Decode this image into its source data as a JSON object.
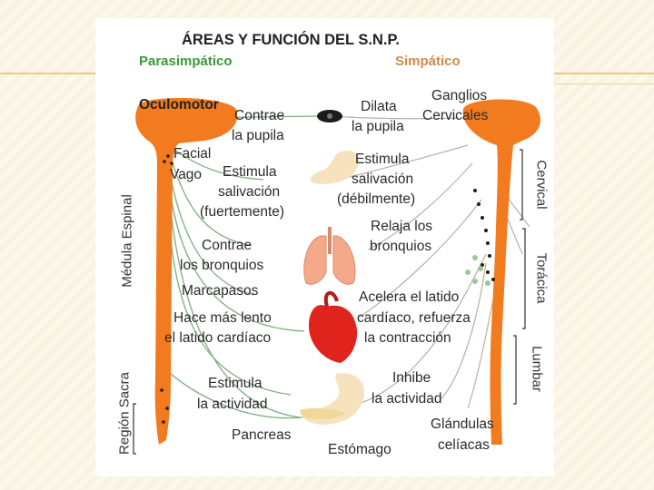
{
  "title": "ÁREAS Y FUNCIÓN DEL S.N.P.",
  "legend": {
    "parasympathetic": "Parasimpático",
    "sympathetic": "Simpático"
  },
  "colors": {
    "nerve": "#f27a1f",
    "parasympathetic_label": "#3a9a3a",
    "sympathetic_label": "#d48a4a",
    "connector": "#7fae7f",
    "sympathetic_connector": "#c8bfae"
  },
  "labels": {
    "oculomotor": "Oculomotor",
    "contrae_pupila_1": "Contrae",
    "contrae_pupila_2": "la pupila",
    "dilata_1": "Dilata",
    "dilata_2": "la pupila",
    "ganglios_1": "Ganglios",
    "ganglios_2": "Cervicales",
    "facial": "Facial",
    "vago": "Vago",
    "estimula_saliv_p1": "Estimula",
    "estimula_saliv_p2": "salivación",
    "estimula_saliv_p3": "(fuertemente)",
    "estimula_saliv_s1": "Estimula",
    "estimula_saliv_s2": "salivación",
    "estimula_saliv_s3": "(débilmente)",
    "relaja_1": "Relaja los",
    "relaja_2": "bronquios",
    "contrae_bronq_1": "Contrae",
    "contrae_bronq_2": "los bronquios",
    "marcapasos": "Marcapasos",
    "hace_1": "Hace más lento",
    "hace_2": "el latido cardíaco",
    "acelera_1": "Acelera el latido",
    "acelera_2": "cardíaco, refuerza",
    "acelera_3": "la contracción",
    "estimula_act_1": "Estimula",
    "estimula_act_2": "la actividad",
    "inhibe_1": "Inhibe",
    "inhibe_2": "la actividad",
    "pancreas": "Pancreas",
    "estomago": "Estómago",
    "glandulas_1": "Glándulas",
    "glandulas_2": "celíacas",
    "medula": "Médula Espinal",
    "region_sacra": "Región Sacra",
    "cervical": "Cervical",
    "toracica": "Torácica",
    "lumbar": "Lumbar"
  }
}
